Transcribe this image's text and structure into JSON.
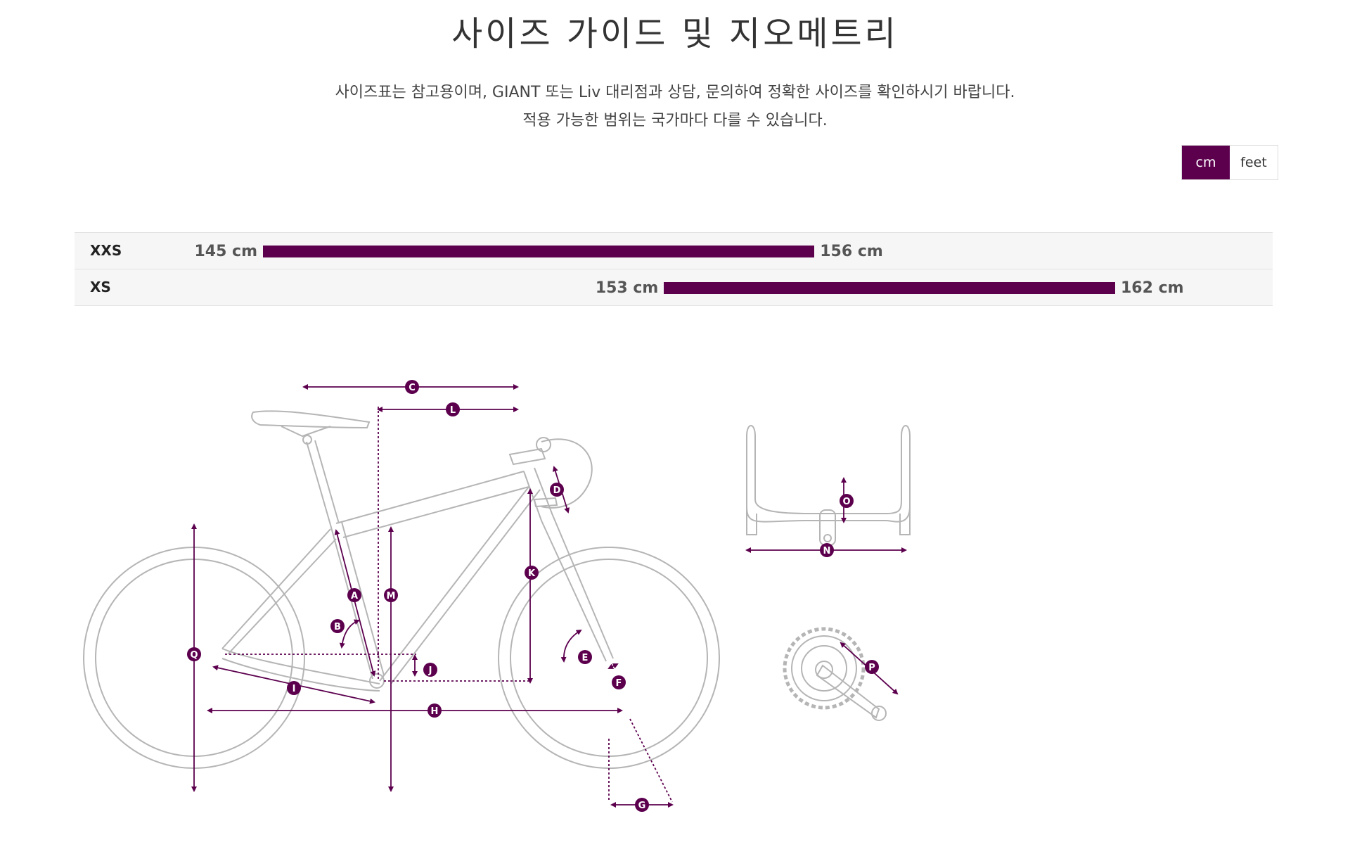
{
  "page": {
    "title": "사이즈 가이드 및 지오메트리",
    "description_line1": "사이즈표는 참고용이며, GIANT 또는 Liv 대리점과 상담, 문의하여 정확한 사이즈를 확인하시기 바랍니다.",
    "description_line2": "적용 가능한 범위는 국가마다 다를 수 있습니다."
  },
  "unit_toggle": {
    "selected": "cm",
    "options": [
      "cm",
      "feet"
    ]
  },
  "colors": {
    "accent": "#5c004e",
    "frame_line": "#b5b5b5",
    "row_bg": "#f6f6f6"
  },
  "size_chart": {
    "scale_min": 145,
    "scale_max": 162,
    "rows": [
      {
        "size": "XXS",
        "min": 145,
        "max": 156,
        "min_label": "145 cm",
        "max_label": "156 cm"
      },
      {
        "size": "XS",
        "min": 153,
        "max": 162,
        "min_label": "153 cm",
        "max_label": "162 cm"
      }
    ]
  },
  "geometry_labels": [
    "A",
    "B",
    "C",
    "D",
    "E",
    "F",
    "G",
    "H",
    "I",
    "J",
    "K",
    "L",
    "M",
    "N",
    "O",
    "P",
    "Q"
  ],
  "icons": {
    "bike_frame": "bike-frame-icon",
    "handlebar": "handlebar-icon",
    "crankset": "crankset-icon"
  }
}
